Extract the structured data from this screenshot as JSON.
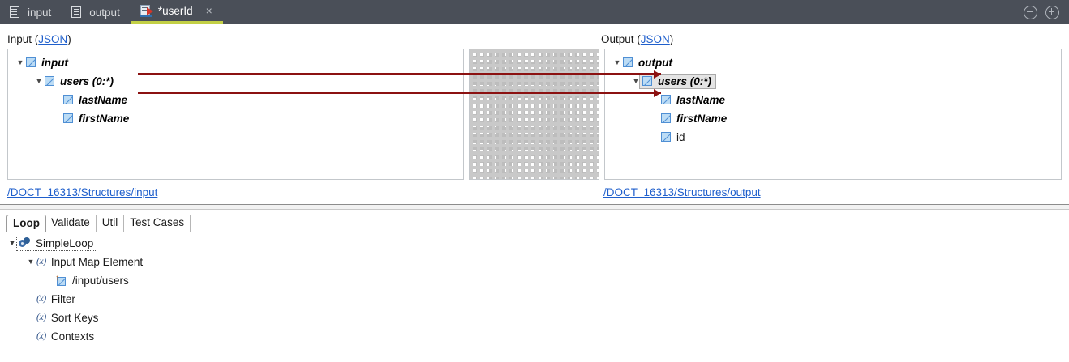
{
  "titlebar": {
    "tabs": [
      {
        "label": "input",
        "icon": "structure-document-icon",
        "active": false,
        "closable": false
      },
      {
        "label": "output",
        "icon": "structure-document-icon",
        "active": false,
        "closable": false
      },
      {
        "label": "*userId",
        "icon": "map-run-document-icon",
        "active": true,
        "closable": true,
        "close_glyph": "×"
      }
    ],
    "window_controls": [
      {
        "name": "minimize-button",
        "glyph": "−"
      },
      {
        "name": "maximize-button",
        "glyph": "+"
      }
    ]
  },
  "mapping": {
    "input_panel": {
      "label_prefix": "Input (",
      "link": "JSON",
      "label_suffix": ")",
      "path_link": "/DOCT_16313/Structures/input",
      "tree": [
        {
          "label": "input",
          "depth": 0,
          "expanded": true,
          "mapped": true,
          "selected": false
        },
        {
          "label": "users (0:*)",
          "depth": 1,
          "expanded": true,
          "mapped": true,
          "selected": false
        },
        {
          "label": "lastName",
          "depth": 2,
          "expanded": false,
          "mapped": true,
          "selected": false
        },
        {
          "label": "firstName",
          "depth": 2,
          "expanded": false,
          "mapped": true,
          "selected": false
        }
      ]
    },
    "output_panel": {
      "label_prefix": "Output (",
      "link": "JSON",
      "label_suffix": ")",
      "path_link": "/DOCT_16313/Structures/output",
      "tree": [
        {
          "label": "output",
          "depth": 0,
          "expanded": true,
          "mapped": true,
          "selected": false
        },
        {
          "label": "users (0:*)",
          "depth": 1,
          "expanded": true,
          "mapped": true,
          "selected": true
        },
        {
          "label": "lastName",
          "depth": 2,
          "expanded": false,
          "mapped": true,
          "selected": false,
          "incoming_arrow": true
        },
        {
          "label": "firstName",
          "depth": 2,
          "expanded": false,
          "mapped": true,
          "selected": false,
          "incoming_arrow": true
        },
        {
          "label": "id",
          "depth": 2,
          "expanded": false,
          "mapped": false,
          "selected": false
        }
      ]
    },
    "connections": [
      {
        "from": "input.users.lastName",
        "to": "output.users.lastName",
        "color": "#8b1111"
      },
      {
        "from": "input.users.firstName",
        "to": "output.users.firstName",
        "color": "#8b1111"
      }
    ],
    "grid_panel": {
      "name": "mapping-canvas",
      "style": "dashed-grid"
    }
  },
  "bottom": {
    "tabs": [
      {
        "label": "Loop",
        "active": true
      },
      {
        "label": "Validate",
        "active": false
      },
      {
        "label": "Util",
        "active": false
      },
      {
        "label": "Test Cases",
        "active": false
      }
    ],
    "tree": [
      {
        "label": "SimpleLoop",
        "depth": 0,
        "icon": "gears-icon",
        "expanded": true,
        "focused": true
      },
      {
        "label": "Input Map Element",
        "depth": 1,
        "icon": "function-icon",
        "expanded": true,
        "focused": false
      },
      {
        "label": "/input/users",
        "depth": 2,
        "icon": "map-element-icon",
        "expanded": false,
        "focused": false
      },
      {
        "label": "Filter",
        "depth": 1,
        "icon": "function-icon",
        "expanded": false,
        "focused": false
      },
      {
        "label": "Sort Keys",
        "depth": 1,
        "icon": "function-icon",
        "expanded": false,
        "focused": false
      },
      {
        "label": "Contexts",
        "depth": 1,
        "icon": "function-icon",
        "expanded": false,
        "focused": false
      }
    ],
    "function_glyph": "(x)",
    "map_arrow_glyph": "↑"
  },
  "colors": {
    "titlebar_bg": "#4a4f58",
    "active_tab_underline": "#c3d046",
    "link": "#1f5fcc",
    "wire": "#8b1111",
    "node_icon_fill": "#bcdcf5",
    "node_icon_border": "#4f8fd4"
  }
}
